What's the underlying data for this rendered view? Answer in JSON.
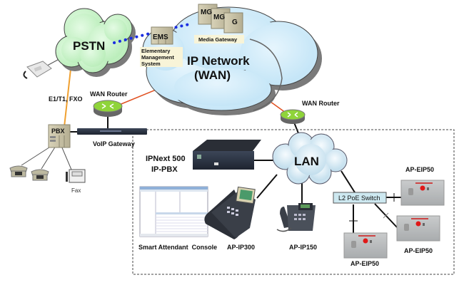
{
  "clouds": {
    "pstn": "PSTN",
    "wan_line1": "IP Network",
    "wan_line2": "(WAN)",
    "lan": "LAN"
  },
  "devices": {
    "ems": "EMS",
    "ems_caption": [
      "Elementary",
      "Management",
      "System"
    ],
    "mg": [
      "MG",
      "MG",
      "G"
    ],
    "mg_caption": "Media Gateway",
    "wan_router_left": "WAN Router",
    "wan_router_right": "WAN Router",
    "pbx": "PBX",
    "voip_gateway": "VoIP Gateway",
    "trunk": "E1/T1, FXO",
    "fax": "Fax",
    "ippbx_line1": "IPNext 500",
    "ippbx_line2": "IP-PBX",
    "console": "Smart Attendant  Console",
    "phone_ip300": "AP-IP300",
    "phone_ip150": "AP-IP150",
    "poe_switch": "L2 PoE Switch",
    "eip50_a": "AP-EIP50",
    "eip50_b": "AP-EIP50",
    "eip50_c": "AP-EIP50"
  },
  "colors": {
    "pstn_cloud": "#c8f0c8",
    "wan_cloud": "#c8e8f8",
    "lan_cloud": "#d8eef8",
    "trunk_line": "#f0a030",
    "wan_link": "#e05020",
    "signal_dots": "#1a2ee0",
    "router_green": "#8fd43a",
    "caption_bg": "#f8f4d8",
    "switch_bg": "#cde8f0"
  }
}
